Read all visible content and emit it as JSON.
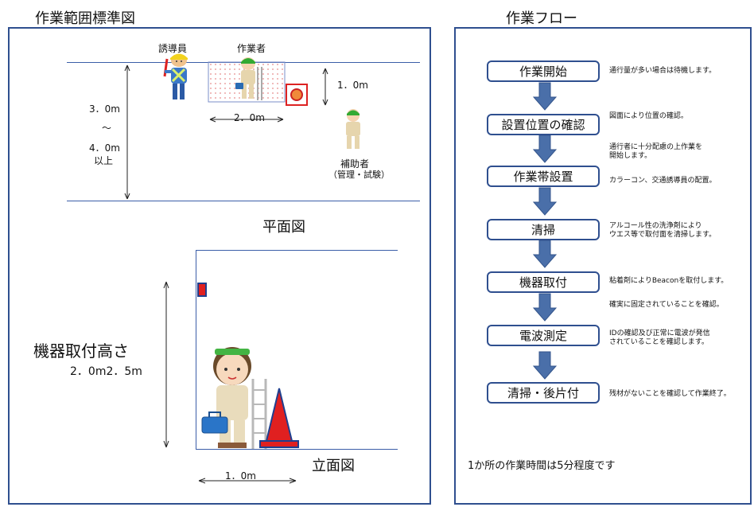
{
  "plan": {
    "title": "作業範囲標準図",
    "label_guide": "誘導員",
    "label_worker": "作業者",
    "label_helper": "補助者",
    "label_helper_sub": "（管理・試験）",
    "width_dim": "2．0m",
    "depth_dim": "1．0m",
    "height_dim": [
      "3．0m",
      "～",
      "4．0m",
      "以上"
    ],
    "view_label": "平面図"
  },
  "elevation": {
    "caption": "機器取付高さ",
    "height_value": "2．0m2．5m",
    "base_dim": "1．0m",
    "view_label": "立面図"
  },
  "flow": {
    "title": "作業フロー",
    "steps": [
      {
        "label": "作業開始",
        "notes": [
          "通行量が多い場合は待機します。"
        ]
      },
      {
        "label": "設置位置の確認",
        "notes": [
          "図面により位置の確認。"
        ]
      },
      {
        "label": "作業帯設置",
        "notes": [
          "カラーコン、交通誘導員の配置。"
        ]
      },
      {
        "label": "清掃",
        "notes": [
          "アルコール性の洗浄剤により",
          "ウエス等で取付面を清掃します。"
        ]
      },
      {
        "label": "機器取付",
        "notes": [
          "粘着剤によりBeaconを取付します。"
        ]
      },
      {
        "label": "電波測定",
        "notes": [
          "IDの確認及び正常に電波が発信",
          "されていることを確認します。"
        ]
      },
      {
        "label": "清掃・後片付",
        "notes": [
          "残材がないことを確認して作業終了。"
        ]
      }
    ],
    "between_notes": [
      [
        "通行者に十分配慮の上作業を",
        "開始します。"
      ],
      [
        "確実に固定されていることを確認。"
      ]
    ],
    "footer": "1か所の作業時間は5分程度です"
  },
  "colors": {
    "frame": "#2f4f8f",
    "arrow": "#4a6fa9",
    "cone": "#e02020",
    "beacon": "#e02020",
    "work_area_dots": "#e58a8a"
  },
  "icons": [
    "guide-person-icon",
    "worker-person-icon",
    "helper-person-icon",
    "cone-icon",
    "beacon-icon",
    "ladder-icon",
    "toolbox-icon",
    "flow-arrow-icon"
  ]
}
